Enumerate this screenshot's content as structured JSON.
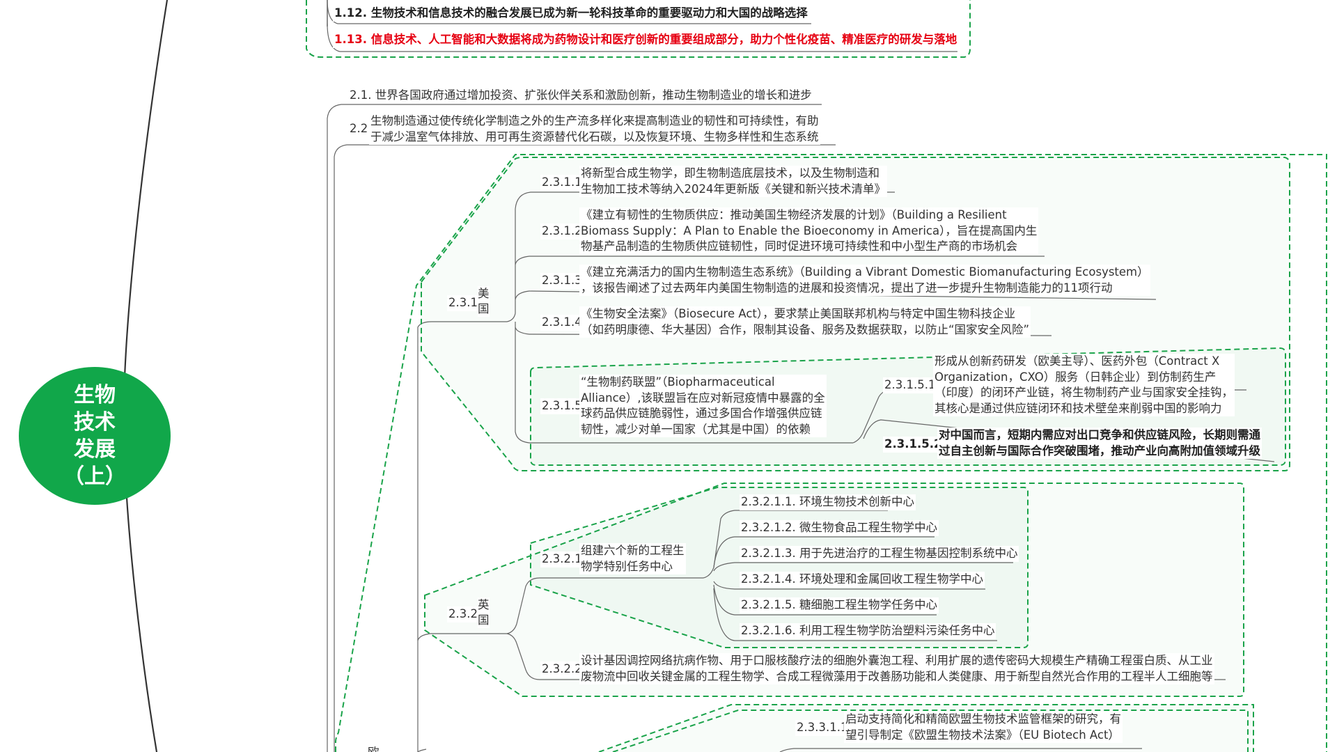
{
  "root": {
    "label": "生物\n技术\n发展\n（上）"
  },
  "nodes": [
    {
      "id": "n1_12",
      "text": "1.12. 生物技术和信息技术的融合发展已成为新一轮科技革命的重要驱动力和大国的战略选择"
    },
    {
      "id": "n1_13",
      "text": "1.13. 信息技术、人工智能和大数据将成为药物设计和医疗创新的重要组成部分，助力个性化疫苗、精准医疗的研发与落地"
    },
    {
      "id": "n2_1",
      "text": "2.1. 世界各国政府通过增加投资、扩张伙伴关系和激励创新，推动生物制造业的增长和进步"
    },
    {
      "id": "n2_2_num",
      "text": "2.2."
    },
    {
      "id": "n2_2",
      "text": "生物制造通过使传统化学制造之外的生产流多样化来提高制造业的韧性和可持续性，有助\n于减少温室气体排放、用可再生资源替代化石碳，以及恢复环境、生物多样性和生态系统"
    },
    {
      "id": "n2_3_1",
      "text": "2.3.1."
    },
    {
      "id": "n2_3_1_country",
      "text": "美\n国"
    },
    {
      "id": "n2_3_1_1_num",
      "text": "2.3.1.1."
    },
    {
      "id": "n2_3_1_1",
      "text": "将新型合成生物学，即生物制造底层技术，以及生物制造和\n生物加工技术等纳入2024年更新版《关键和新兴技术清单》"
    },
    {
      "id": "n2_3_1_2_num",
      "text": "2.3.1.2."
    },
    {
      "id": "n2_3_1_2",
      "text": "《建立有韧性的生物质供应：推动美国生物经济发展的计划》（Building a Resilient\nBiomass Supply：A Plan to Enable the Bioeconomy in America），旨在提高国内生\n物基产品制造的生物质供应链韧性，同时促进环境可持续性和中小型生产商的市场机会"
    },
    {
      "id": "n2_3_1_3_num",
      "text": "2.3.1.3."
    },
    {
      "id": "n2_3_1_3",
      "text": "《建立充满活力的国内生物制造生态系统》（Building a Vibrant Domestic Biomanufacturing Ecosystem）\n，该报告阐述了过去两年内美国生物制造的进展和投资情况，提出了进一步提升生物制造能力的11项行动"
    },
    {
      "id": "n2_3_1_4_num",
      "text": "2.3.1.4."
    },
    {
      "id": "n2_3_1_4",
      "text": "《生物安全法案》（Biosecure Act），要求禁止美国联邦机构与特定中国生物科技企业\n（如药明康德、华大基因）合作，限制其设备、服务及数据获取，以防止“国家安全风险”"
    },
    {
      "id": "n2_3_1_5_num",
      "text": "2.3.1.5."
    },
    {
      "id": "n2_3_1_5",
      "text": "“生物制药联盟”（Biopharmaceutical\nAlliance）,该联盟旨在应对新冠疫情中暴露的全\n球药品供应链脆弱性，通过多国合作增强供应链\n韧性，减少对单一国家（尤其是中国）的依赖"
    },
    {
      "id": "n2_3_1_5_1_num",
      "text": "2.3.1.5.1."
    },
    {
      "id": "n2_3_1_5_1",
      "text": "形成从创新药研发（欧美主导）、医药外包（Contract X\nOrganization，CXO）服务（日韩企业）到仿制药生产\n（印度）的闭环产业链，将生物制药产业与国家安全挂钩，\n其核心是通过供应链闭环和技术壁垒来削弱中国的影响力"
    },
    {
      "id": "n2_3_1_5_2_num",
      "text": "2.3.1.5.2."
    },
    {
      "id": "n2_3_1_5_2",
      "text": "对中国而言，短期内需应对出口竞争和供应链风险，长期则需通\n过自主创新与国际合作突破围堵，推动产业向高附加值领域升级"
    },
    {
      "id": "n2_3_2",
      "text": "2.3.2."
    },
    {
      "id": "n2_3_2_country",
      "text": "英\n国"
    },
    {
      "id": "n2_3_2_1_num",
      "text": "2.3.2.1."
    },
    {
      "id": "n2_3_2_1",
      "text": "组建六个新的工程生\n物学特别任务中心"
    },
    {
      "id": "n2_3_2_1_1",
      "text": "2.3.2.1.1. 环境生物技术创新中心"
    },
    {
      "id": "n2_3_2_1_2",
      "text": "2.3.2.1.2. 微生物食品工程生物学中心"
    },
    {
      "id": "n2_3_2_1_3",
      "text": "2.3.2.1.3. 用于先进治疗的工程生物基因控制系统中心"
    },
    {
      "id": "n2_3_2_1_4",
      "text": "2.3.2.1.4. 环境处理和金属回收工程生物学中心"
    },
    {
      "id": "n2_3_2_1_5",
      "text": "2.3.2.1.5. 糖细胞工程生物学任务中心"
    },
    {
      "id": "n2_3_2_1_6",
      "text": "2.3.2.1.6. 利用工程生物学防治塑料污染任务中心"
    },
    {
      "id": "n2_3_2_2_num",
      "text": "2.3.2.2."
    },
    {
      "id": "n2_3_2_2",
      "text": "设计基因调控网络抗病作物、用于口服核酸疗法的细胞外囊泡工程、利用扩展的遗传密码大规模生产精确工程蛋白质、从工业\n废物流中回收关键金属的工程生物学、合成工程微藻用于改善肠功能和人类健康、用于新型自然光合作用的工程半人工细胞等"
    },
    {
      "id": "n2_3_3_1_1_num",
      "text": "2.3.3.1.1."
    },
    {
      "id": "n2_3_3_1_1",
      "text": "启动支持简化和精简欧盟生物技术监管框架的研究，有\n望引导制定《欧盟生物技术法案》（EU Biotech Act）"
    },
    {
      "id": "n2_3_3_partial",
      "text": "欧"
    }
  ],
  "colors": {
    "root_fill": "#11a74a",
    "dashed_border": "#1aa34a",
    "highlight_text": "#e60012",
    "line": "#555555"
  }
}
